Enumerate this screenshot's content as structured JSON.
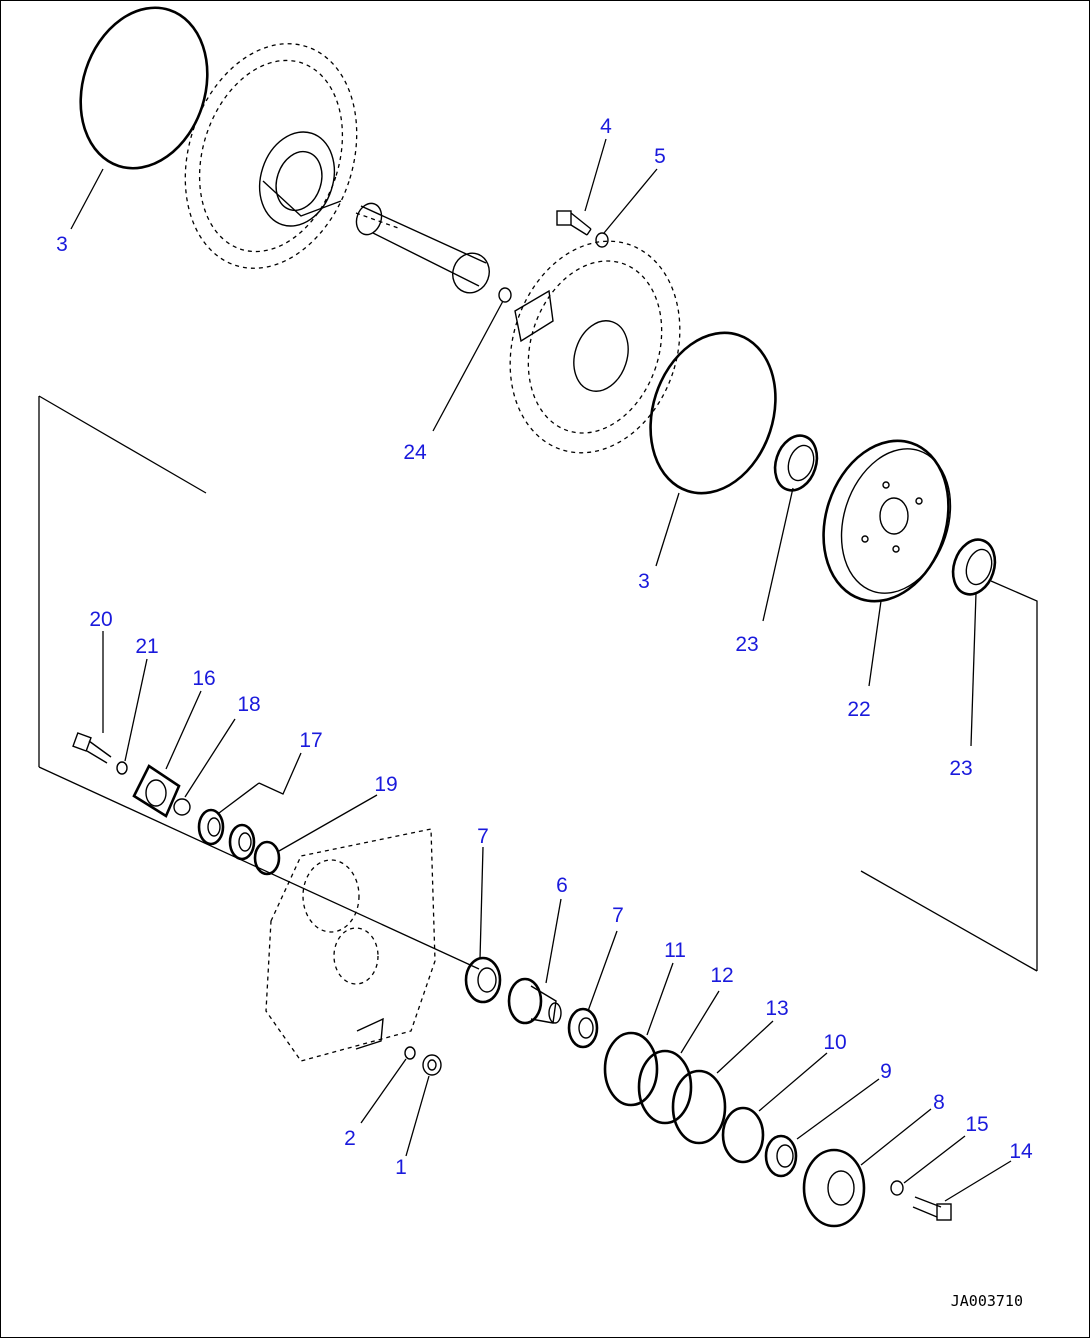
{
  "diagram": {
    "drawing_code": "JA003710",
    "callouts": [
      {
        "id": "c3a",
        "text": "3"
      },
      {
        "id": "c4",
        "text": "4"
      },
      {
        "id": "c5",
        "text": "5"
      },
      {
        "id": "c24",
        "text": "24"
      },
      {
        "id": "c3b",
        "text": "3"
      },
      {
        "id": "c23a",
        "text": "23"
      },
      {
        "id": "c22",
        "text": "22"
      },
      {
        "id": "c23b",
        "text": "23"
      },
      {
        "id": "c20",
        "text": "20"
      },
      {
        "id": "c21",
        "text": "21"
      },
      {
        "id": "c16",
        "text": "16"
      },
      {
        "id": "c18",
        "text": "18"
      },
      {
        "id": "c17",
        "text": "17"
      },
      {
        "id": "c19",
        "text": "19"
      },
      {
        "id": "c7a",
        "text": "7"
      },
      {
        "id": "c6",
        "text": "6"
      },
      {
        "id": "c7b",
        "text": "7"
      },
      {
        "id": "c11",
        "text": "11"
      },
      {
        "id": "c12",
        "text": "12"
      },
      {
        "id": "c13",
        "text": "13"
      },
      {
        "id": "c10",
        "text": "10"
      },
      {
        "id": "c9",
        "text": "9"
      },
      {
        "id": "c8",
        "text": "8"
      },
      {
        "id": "c15",
        "text": "15"
      },
      {
        "id": "c14",
        "text": "14"
      },
      {
        "id": "c2",
        "text": "2"
      },
      {
        "id": "c1",
        "text": "1"
      }
    ]
  }
}
